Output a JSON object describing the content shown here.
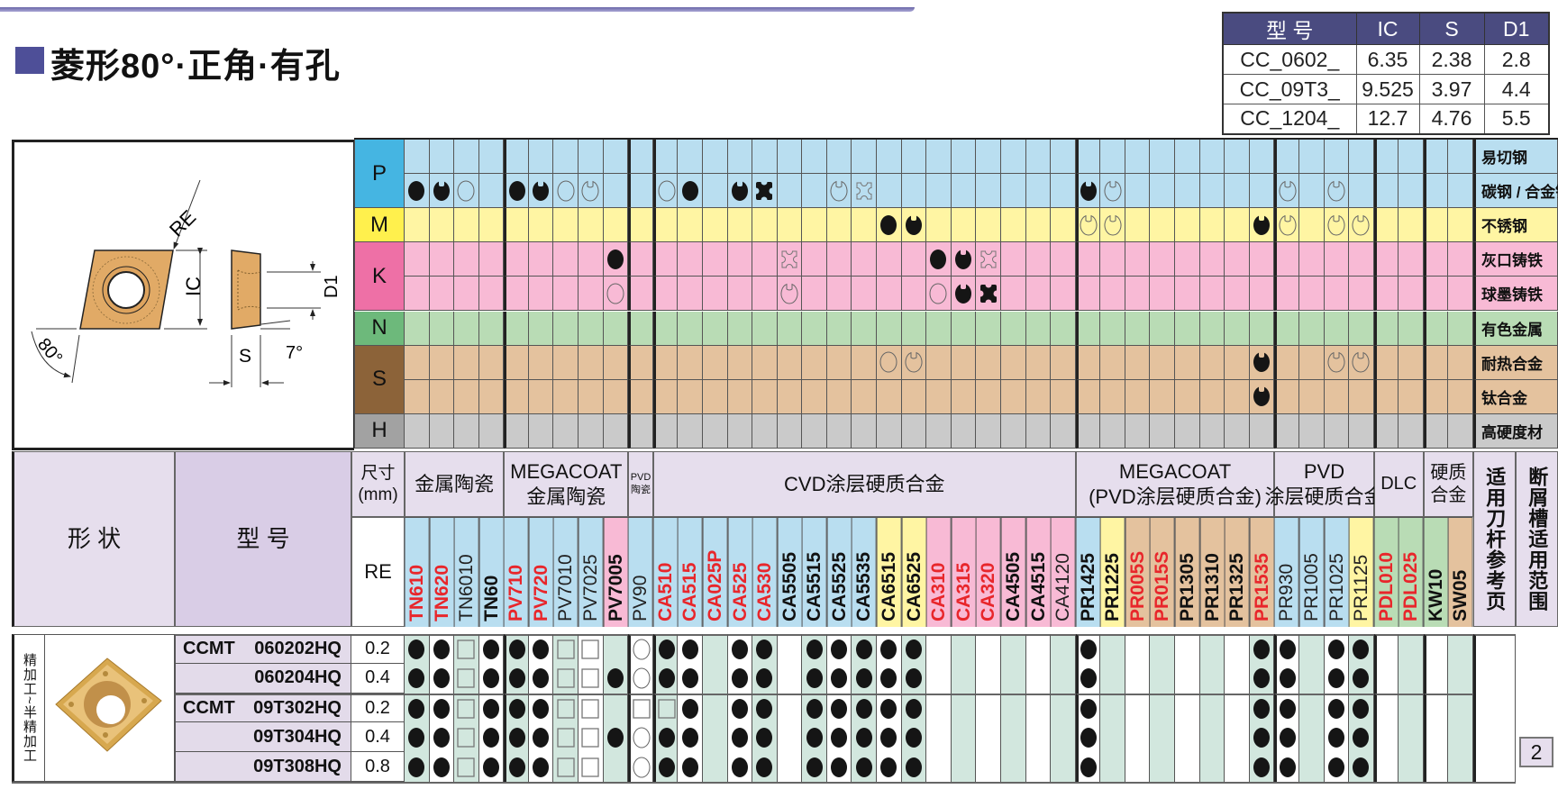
{
  "title": "菱形80°·正角·有孔",
  "spec_table": {
    "headers": [
      "型 号",
      "IC",
      "S",
      "D1"
    ],
    "rows": [
      [
        "CC_0602_",
        "6.35",
        "2.38",
        "2.8"
      ],
      [
        "CC_09T3_",
        "9.525",
        "3.97",
        "4.4"
      ],
      [
        "CC_1204_",
        "12.7",
        "4.76",
        "5.5"
      ]
    ]
  },
  "diagram": {
    "re": "RE",
    "ic": "IC",
    "s": "S",
    "d1": "D1",
    "clearance": "7°",
    "angle": "80°"
  },
  "colors": {
    "accent": "#4e4f98",
    "header_bg": "#e6deed",
    "body_alt": "#d2e7de"
  },
  "materials": [
    {
      "letter": "P",
      "label": "易切钢",
      "bg": "#b9def0",
      "letter_bg": "#45b5e2",
      "symbols": {}
    },
    {
      "letter": "",
      "label": "碳钢 / 合金钢",
      "bg": "#b9def0",
      "letter_bg": "#45b5e2",
      "symbols": {
        "0": "F",
        "1": "FN",
        "2": "O",
        "4": "F",
        "5": "FN",
        "6": "O",
        "7": "ON",
        "10": "O",
        "11": "F",
        "13": "FN",
        "14": "FX",
        "17": "ON",
        "18": "OX",
        "27": "FN",
        "28": "ON",
        "35": "ON",
        "37": "ON"
      }
    },
    {
      "letter": "M",
      "label": "不锈钢",
      "bg": "#fff5a3",
      "letter_bg": "#fff04d",
      "symbols": {
        "19": "F",
        "20": "FN",
        "27": "ON",
        "28": "ON",
        "34": "FN",
        "35": "ON",
        "37": "ON",
        "38": "ON"
      }
    },
    {
      "letter": "K",
      "label": "灰口铸铁",
      "bg": "#f8bad5",
      "letter_bg": "#ee70a6",
      "symbols": {
        "8": "F",
        "15": "OX",
        "21": "F",
        "22": "FN",
        "23": "OX"
      }
    },
    {
      "letter": "",
      "label": "球墨铸铁",
      "bg": "#f8bad5",
      "letter_bg": "#ee70a6",
      "symbols": {
        "8": "O",
        "15": "ON",
        "21": "O",
        "22": "FN",
        "23": "FX"
      }
    },
    {
      "letter": "N",
      "label": "有色金属",
      "bg": "#b9dcb5",
      "letter_bg": "#6db97b",
      "symbols": {}
    },
    {
      "letter": "S",
      "label": "耐热合金",
      "bg": "#e4c29e",
      "letter_bg": "#8c6339",
      "symbols": {
        "19": "O",
        "20": "ON",
        "34": "FN",
        "37": "ON",
        "38": "ON"
      }
    },
    {
      "letter": "",
      "label": "钛合金",
      "bg": "#e4c29e",
      "letter_bg": "#8c6339",
      "symbols": {
        "34": "FN"
      }
    },
    {
      "letter": "H",
      "label": "高硬度材",
      "bg": "#cacaca",
      "letter_bg": "#a2a2a2",
      "symbols": {}
    }
  ],
  "header": {
    "shape": "形 状",
    "model": "型 号",
    "size": "尺寸\n(mm)",
    "re": "RE",
    "holder_ref": "适用刀杆参考页",
    "chipbreaker_range": "断屑槽适用范围",
    "groups": [
      {
        "label": "金属陶瓷",
        "span": 4
      },
      {
        "label": "MEGACOAT\n金属陶瓷",
        "span": 5
      },
      {
        "label": "PVD\n陶瓷",
        "span": 1
      },
      {
        "label": "CVD涂层硬质合金",
        "span": 17
      },
      {
        "label": "MEGACOAT\n(PVD涂层硬质合金)",
        "span": 8
      },
      {
        "label": "PVD\n涂层硬质合金",
        "span": 4
      },
      {
        "label": "DLC",
        "span": 2
      },
      {
        "label": "硬质\n合金",
        "span": 2
      }
    ],
    "grades": [
      {
        "name": "TN610",
        "bg": "#b9def0",
        "color": "#e8262b",
        "bold": true
      },
      {
        "name": "TN620",
        "bg": "#b9def0",
        "color": "#e8262b",
        "bold": true
      },
      {
        "name": "TN6010",
        "bg": "#b9def0",
        "color": "#222",
        "bold": false
      },
      {
        "name": "TN60",
        "bg": "#b9def0",
        "color": "#111",
        "bold": true
      },
      {
        "name": "PV710",
        "bg": "#b9def0",
        "color": "#e8262b",
        "bold": true
      },
      {
        "name": "PV720",
        "bg": "#b9def0",
        "color": "#e8262b",
        "bold": true
      },
      {
        "name": "PV7010",
        "bg": "#b9def0",
        "color": "#222",
        "bold": false
      },
      {
        "name": "PV7025",
        "bg": "#b9def0",
        "color": "#222",
        "bold": false
      },
      {
        "name": "PV7005",
        "bg": "#f8bad5",
        "color": "#111",
        "bold": true
      },
      {
        "name": "PV90",
        "bg": "#b9def0",
        "color": "#222",
        "bold": false
      },
      {
        "name": "CA510",
        "bg": "#b9def0",
        "color": "#e8262b",
        "bold": true
      },
      {
        "name": "CA515",
        "bg": "#b9def0",
        "color": "#e8262b",
        "bold": true
      },
      {
        "name": "CA025P",
        "bg": "#b9def0",
        "color": "#e8262b",
        "bold": true
      },
      {
        "name": "CA525",
        "bg": "#b9def0",
        "color": "#e8262b",
        "bold": true
      },
      {
        "name": "CA530",
        "bg": "#b9def0",
        "color": "#e8262b",
        "bold": true
      },
      {
        "name": "CA5505",
        "bg": "#b9def0",
        "color": "#111",
        "bold": true
      },
      {
        "name": "CA5515",
        "bg": "#b9def0",
        "color": "#111",
        "bold": true
      },
      {
        "name": "CA5525",
        "bg": "#b9def0",
        "color": "#111",
        "bold": true
      },
      {
        "name": "CA5535",
        "bg": "#b9def0",
        "color": "#111",
        "bold": true
      },
      {
        "name": "CA6515",
        "bg": "#fff5a3",
        "color": "#111",
        "bold": true
      },
      {
        "name": "CA6525",
        "bg": "#fff5a3",
        "color": "#111",
        "bold": true
      },
      {
        "name": "CA310",
        "bg": "#f8bad5",
        "color": "#e8262b",
        "bold": true
      },
      {
        "name": "CA315",
        "bg": "#f8bad5",
        "color": "#e8262b",
        "bold": true
      },
      {
        "name": "CA320",
        "bg": "#f8bad5",
        "color": "#e8262b",
        "bold": true
      },
      {
        "name": "CA4505",
        "bg": "#f8bad5",
        "color": "#111",
        "bold": true
      },
      {
        "name": "CA4515",
        "bg": "#f8bad5",
        "color": "#111",
        "bold": true
      },
      {
        "name": "CA4120",
        "bg": "#f8bad5",
        "color": "#222",
        "bold": false
      },
      {
        "name": "PR1425",
        "bg": "#b9def0",
        "color": "#111",
        "bold": true
      },
      {
        "name": "PR1225",
        "bg": "#fff5a3",
        "color": "#111",
        "bold": true
      },
      {
        "name": "PR005S",
        "bg": "#e4c29e",
        "color": "#e8262b",
        "bold": true
      },
      {
        "name": "PR015S",
        "bg": "#e4c29e",
        "color": "#e8262b",
        "bold": true
      },
      {
        "name": "PR1305",
        "bg": "#e4c29e",
        "color": "#111",
        "bold": true
      },
      {
        "name": "PR1310",
        "bg": "#e4c29e",
        "color": "#111",
        "bold": true
      },
      {
        "name": "PR1325",
        "bg": "#e4c29e",
        "color": "#111",
        "bold": true
      },
      {
        "name": "PR1535",
        "bg": "#e4c29e",
        "color": "#e8262b",
        "bold": true
      },
      {
        "name": "PR930",
        "bg": "#b9def0",
        "color": "#222",
        "bold": false
      },
      {
        "name": "PR1005",
        "bg": "#b9def0",
        "color": "#222",
        "bold": false
      },
      {
        "name": "PR1025",
        "bg": "#b9def0",
        "color": "#222",
        "bold": false
      },
      {
        "name": "PR1125",
        "bg": "#fff5a3",
        "color": "#222",
        "bold": false
      },
      {
        "name": "PDL010",
        "bg": "#b9dcb5",
        "color": "#e8262b",
        "bold": true
      },
      {
        "name": "PDL025",
        "bg": "#b9dcb5",
        "color": "#e8262b",
        "bold": true
      },
      {
        "name": "KW10",
        "bg": "#b9dcb5",
        "color": "#111",
        "bold": true
      },
      {
        "name": "SW05",
        "bg": "#e4c29e",
        "color": "#111",
        "bold": true
      }
    ]
  },
  "body": {
    "application": "精加工~半精加工",
    "rows": [
      {
        "prefix": "CCMT",
        "model": "060202HQ",
        "re": "0.2",
        "marks": [
          "F",
          "F",
          "SQ",
          "F",
          "F",
          "F",
          "SQ",
          "SQ",
          "",
          "O",
          "F",
          "F",
          "",
          "F",
          "F",
          "",
          "F",
          "F",
          "F",
          "F",
          "F",
          "",
          "",
          "",
          "",
          "",
          "",
          "F",
          "",
          "",
          "",
          "",
          "",
          "",
          "F",
          "F",
          "",
          "F",
          "F",
          "",
          "",
          "",
          ""
        ]
      },
      {
        "prefix": "",
        "model": "060204HQ",
        "re": "0.4",
        "marks": [
          "F",
          "F",
          "SQ",
          "F",
          "F",
          "F",
          "SQ",
          "SQ",
          "F",
          "O",
          "F",
          "F",
          "",
          "F",
          "F",
          "",
          "F",
          "F",
          "F",
          "F",
          "F",
          "",
          "",
          "",
          "",
          "",
          "",
          "F",
          "",
          "",
          "",
          "",
          "",
          "",
          "F",
          "F",
          "",
          "F",
          "F",
          "",
          "",
          "",
          ""
        ]
      },
      {
        "prefix": "CCMT",
        "model": "09T302HQ",
        "re": "0.2",
        "marks": [
          "F",
          "F",
          "SQ",
          "F",
          "F",
          "F",
          "SQ",
          "SQ",
          "",
          "SQ",
          "SQ",
          "F",
          "",
          "F",
          "F",
          "",
          "F",
          "F",
          "F",
          "F",
          "F",
          "",
          "",
          "",
          "",
          "",
          "",
          "F",
          "",
          "",
          "",
          "",
          "",
          "",
          "F",
          "F",
          "",
          "F",
          "F",
          "",
          "",
          "",
          ""
        ]
      },
      {
        "prefix": "",
        "model": "09T304HQ",
        "re": "0.4",
        "marks": [
          "F",
          "F",
          "SQ",
          "F",
          "F",
          "F",
          "SQ",
          "SQ",
          "F",
          "O",
          "F",
          "F",
          "",
          "F",
          "F",
          "",
          "F",
          "F",
          "F",
          "F",
          "F",
          "",
          "",
          "",
          "",
          "",
          "",
          "F",
          "",
          "",
          "",
          "",
          "",
          "",
          "F",
          "F",
          "",
          "F",
          "F",
          "",
          "",
          "",
          ""
        ]
      },
      {
        "prefix": "",
        "model": "09T308HQ",
        "re": "0.8",
        "marks": [
          "F",
          "F",
          "SQ",
          "F",
          "F",
          "F",
          "SQ",
          "SQ",
          "",
          "O",
          "F",
          "F",
          "",
          "F",
          "F",
          "",
          "F",
          "F",
          "F",
          "F",
          "F",
          "",
          "",
          "",
          "",
          "",
          "",
          "F",
          "",
          "",
          "",
          "",
          "",
          "",
          "F",
          "F",
          "",
          "F",
          "F",
          "",
          "",
          "",
          ""
        ]
      }
    ]
  },
  "page_ref": "2"
}
